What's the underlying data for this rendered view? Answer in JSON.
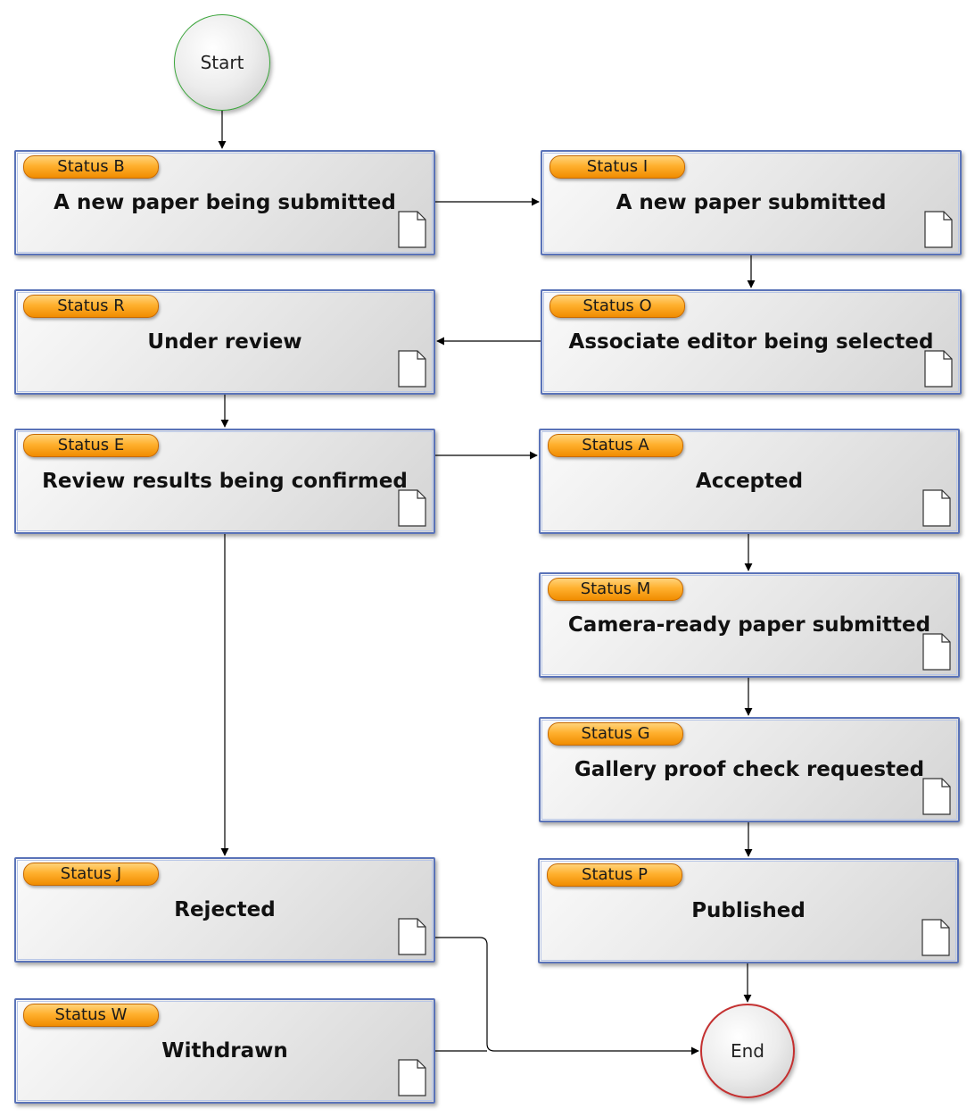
{
  "start_label": "Start",
  "end_label": "End",
  "nodes": [
    {
      "status": "Status B",
      "title": "A new paper being submitted"
    },
    {
      "status": "Status I",
      "title": "A new paper submitted"
    },
    {
      "status": "Status R",
      "title": "Under review"
    },
    {
      "status": "Status O",
      "title": "Associate editor being selected"
    },
    {
      "status": "Status E",
      "title": "Review results being confirmed"
    },
    {
      "status": "Status A",
      "title": "Accepted"
    },
    {
      "status": "Status M",
      "title": "Camera-ready paper submitted"
    },
    {
      "status": "Status G",
      "title": "Gallery proof check requested"
    },
    {
      "status": "Status J",
      "title": "Rejected"
    },
    {
      "status": "Status P",
      "title": "Published"
    },
    {
      "status": "Status W",
      "title": "Withdrawn"
    }
  ],
  "colors": {
    "box_border": "#5a73b8",
    "status_tag": "#ffa51f",
    "start_border": "#3aa53a",
    "end_border": "#c43030",
    "edge": "#000000"
  },
  "icons": {
    "node_corner": "document-icon"
  }
}
